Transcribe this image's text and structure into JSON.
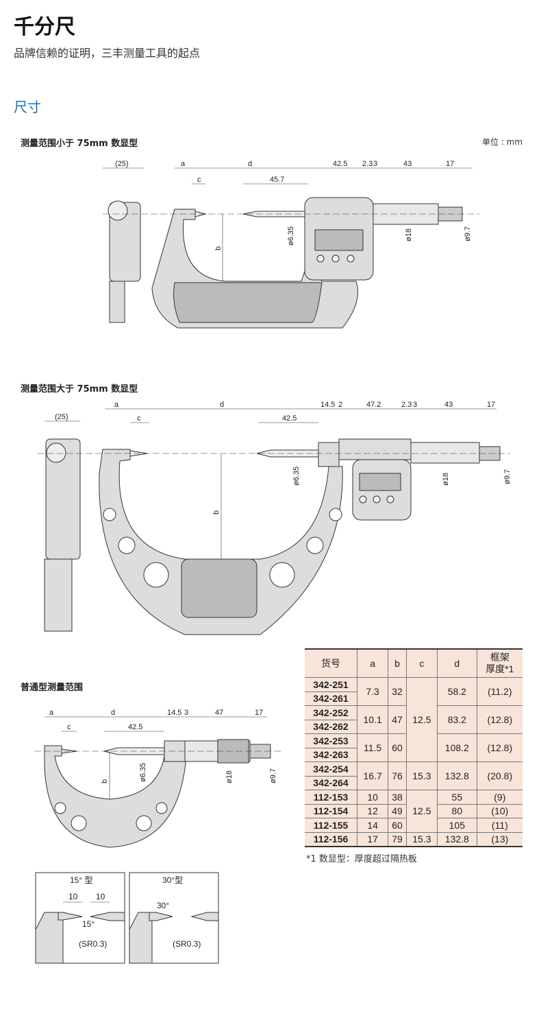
{
  "header": {
    "title": "千分尺",
    "subtitle": "品牌信赖的证明，三丰测量工具的起点",
    "section": "尺寸"
  },
  "diagram1": {
    "label": "测量范围小于 75mm 数显型",
    "unit": "单位 : mm",
    "dims": {
      "side": "(25)",
      "a": "a",
      "c": "c",
      "d": "d",
      "e": "45.7",
      "f": "42.5",
      "g": "2.3",
      "h": "3",
      "i": "43",
      "j": "17",
      "b": "b",
      "d1": "ø6.35",
      "d2": "ø18",
      "d3": "ø9.7"
    }
  },
  "diagram2": {
    "label": "测量范围大于 75mm 数显型",
    "dims": {
      "side": "(25)",
      "a": "a",
      "c": "c",
      "d": "d",
      "f": "42.5",
      "k": "14.5",
      "l": "2",
      "m": "47.2",
      "g": "2.3",
      "h": "3",
      "i": "43",
      "j": "17",
      "b": "b",
      "d1": "ø6.35",
      "d2": "ø18",
      "d3": "ø9.7"
    }
  },
  "diagram3": {
    "label": "普通型测量范围",
    "dims": {
      "a": "a",
      "c": "c",
      "d": "d",
      "f": "42.5",
      "k": "14.5",
      "h": "3",
      "m": "47",
      "j": "17",
      "b": "b",
      "d1": "ø6.35",
      "d2": "ø18",
      "d3": "ø9.7"
    }
  },
  "tips": {
    "t15": {
      "title": "15° 型",
      "w1": "10",
      "w2": "10",
      "angle": "15°",
      "sr": "(SR0.3)"
    },
    "t30": {
      "title": "30°型",
      "angle": "30°",
      "sr": "(SR0.3)"
    }
  },
  "table": {
    "headers": [
      "货号",
      "a",
      "b",
      "c",
      "d",
      "框架",
      "厚度*1"
    ],
    "rows": [
      [
        "342-251",
        "7.3",
        "32",
        "12.5",
        "58.2",
        "(11.2)"
      ],
      [
        "342-261"
      ],
      [
        "342-252",
        "10.1",
        "47",
        "83.2",
        "(12.8)"
      ],
      [
        "342-262"
      ],
      [
        "342-253",
        "11.5",
        "60",
        "108.2",
        "(12.8)"
      ],
      [
        "342-263"
      ],
      [
        "342-254",
        "16.7",
        "76",
        "15.3",
        "132.8",
        "(20.8)"
      ],
      [
        "342-264"
      ],
      [
        "112-153",
        "10",
        "38",
        "12.5",
        "55",
        "(9)"
      ],
      [
        "112-154",
        "12",
        "49",
        "80",
        "(10)"
      ],
      [
        "112-155",
        "14",
        "60",
        "105",
        "(11)"
      ],
      [
        "112-156",
        "17",
        "79",
        "15.3",
        "132.8",
        "(13)"
      ]
    ],
    "footnote": "*1 数显型：厚度超过隔热板"
  }
}
